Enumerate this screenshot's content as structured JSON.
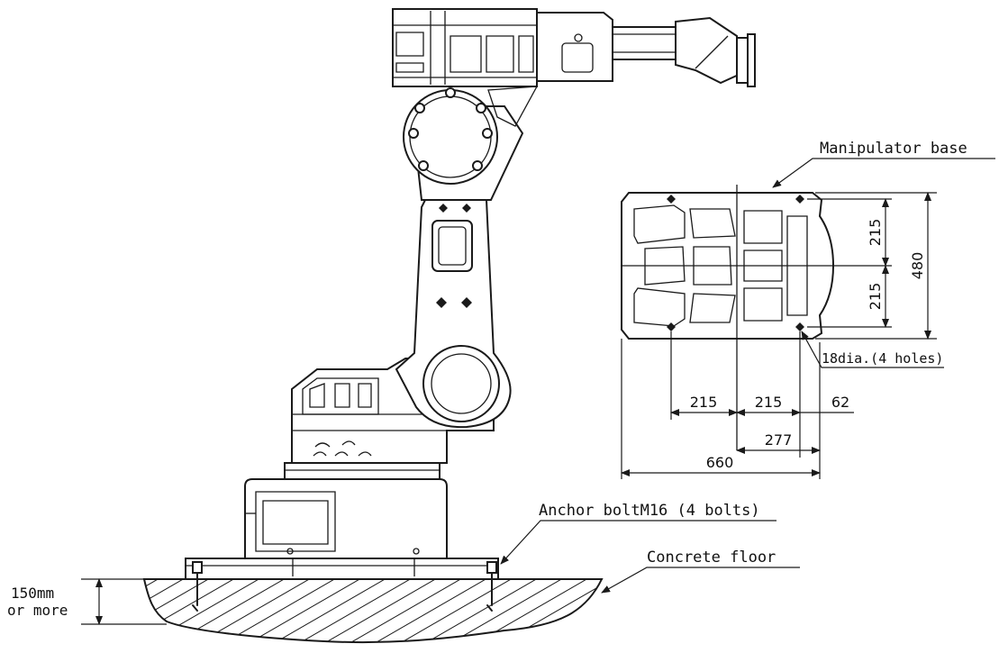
{
  "labels": {
    "manipulator_base": "Manipulator base",
    "mounting_holes": "18dia.(4 holes)",
    "anchor_bolt": "Anchor boltM16 (4 bolts)",
    "concrete_floor": "Concrete floor",
    "depth_line1": "150mm",
    "depth_line2": "or more"
  },
  "dimensions": {
    "hole_spacing_y_upper": "215",
    "hole_spacing_y_lower": "215",
    "base_width": "480",
    "hole_spacing_x_left": "215",
    "hole_spacing_x_right": "215",
    "edge_offset": "62",
    "center_to_edge": "277",
    "base_length": "660"
  }
}
